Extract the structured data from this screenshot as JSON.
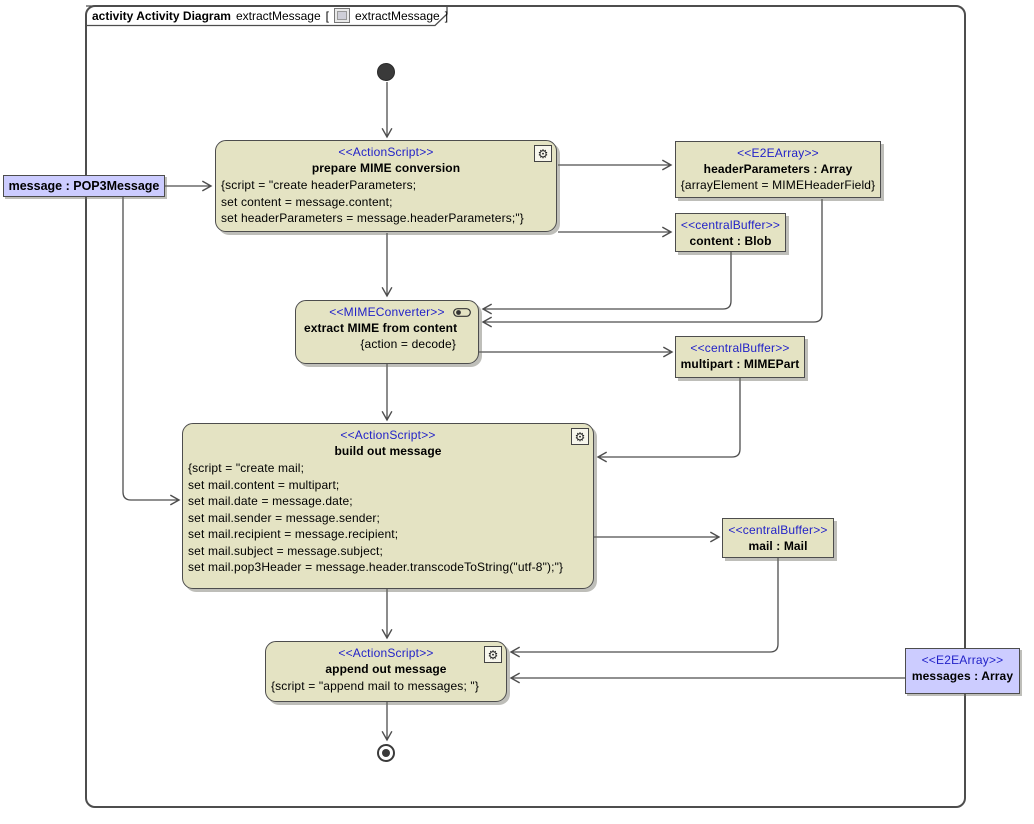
{
  "tab": {
    "bold": "activity Activity Diagram",
    "name": "extractMessage",
    "open": "[",
    "ref": "extractMessage",
    "close": "]"
  },
  "colors": {
    "action_fill": "#e4e3c3",
    "param_fill": "#ccccff",
    "stereotype_text": "#2222c8",
    "line": "#4d4d4d"
  },
  "icons": {
    "gear_glyph": "⚙",
    "action_icon_name": "gear-icon",
    "converter_icon_name": "object-node-icon",
    "tab_icon_name": "diagram-icon"
  },
  "nodes": {
    "param_message": {
      "label": "message : POP3Message"
    },
    "prepare": {
      "stereotype": "<<ActionScript>>",
      "name": "prepare MIME conversion",
      "script": [
        "{script = \"create headerParameters;",
        "set content = message.content;",
        "set headerParameters = message.headerParameters;\"}"
      ]
    },
    "header_params": {
      "stereotype": "<<E2EArray>>",
      "name": "headerParameters : Array",
      "constraint": "{arrayElement = MIMEHeaderField}"
    },
    "content": {
      "stereotype": "<<centralBuffer>>",
      "name": "content : Blob"
    },
    "extract": {
      "stereotype": "<<MIMEConverter>>",
      "name": "extract MIME from content",
      "constraint": "{action = decode}"
    },
    "multipart": {
      "stereotype": "<<centralBuffer>>",
      "name": "multipart : MIMEPart"
    },
    "build": {
      "stereotype": "<<ActionScript>>",
      "name": "build out message",
      "script": [
        "{script = \"create mail;",
        "set mail.content = multipart;",
        "set mail.date = message.date;",
        "set mail.sender = message.sender;",
        "set mail.recipient = message.recipient;",
        "set mail.subject = message.subject;",
        "set mail.pop3Header = message.header.transcodeToString(\"utf-8\");\"}"
      ]
    },
    "mail": {
      "stereotype": "<<centralBuffer>>",
      "name": "mail : Mail"
    },
    "append": {
      "stereotype": "<<ActionScript>>",
      "name": "append out message",
      "script": [
        "{script = \"append mail to messages; \"}"
      ]
    },
    "messages": {
      "stereotype": "<<E2EArray>>",
      "name": "messages : Array"
    }
  }
}
